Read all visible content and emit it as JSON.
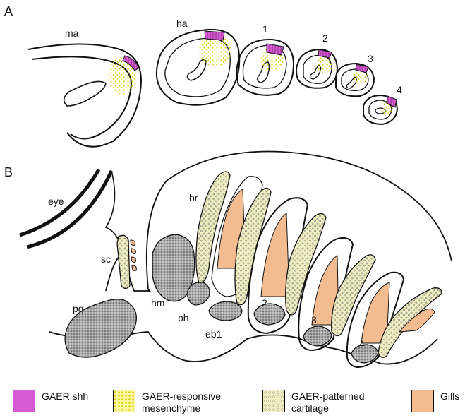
{
  "panels": {
    "A": "A",
    "B": "B"
  },
  "panel_a": {
    "arches": [
      "ma",
      "ha",
      "1",
      "2",
      "3",
      "4"
    ]
  },
  "panel_b": {
    "labels": {
      "eye": "eye",
      "sc": "sc",
      "pq": "pq",
      "hm": "hm",
      "ph": "ph",
      "br": "br",
      "eb1": "eb1",
      "n2": "2",
      "n3": "3",
      "n4": "4"
    }
  },
  "colors": {
    "shh": "#d55ad3",
    "mesenchyme": "#e8e000",
    "cartilage_fill": "#f1efc2",
    "gills": "#f2bb90",
    "bone": "#9a9a9a",
    "outline": "#111111"
  },
  "legend": [
    {
      "label": "GAER shh",
      "swatch": "shh"
    },
    {
      "label": "GAER-responsive\nmesenchyme",
      "swatch": "mesenchyme"
    },
    {
      "label": "GAER-patterned\ncartilage",
      "swatch": "cartilage"
    },
    {
      "label": "Gills",
      "swatch": "gills"
    }
  ]
}
